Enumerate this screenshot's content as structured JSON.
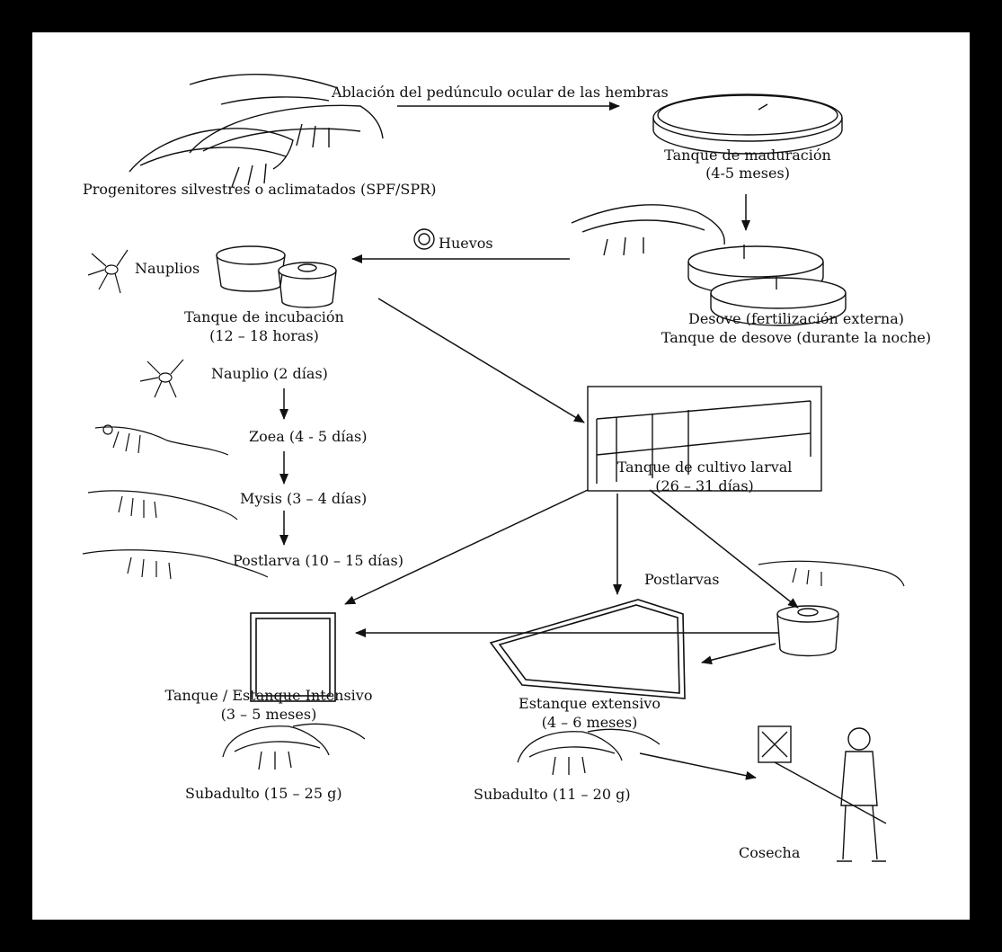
{
  "diagram": {
    "labels": {
      "ablation": "Ablación del pedúnculo ocular de las hembras",
      "broodstock": "Progenitores silvestres o aclimatados (SPF/SPR)",
      "maturation_tank": "Tanque de maduración",
      "maturation_time": "(4-5 meses)",
      "eggs": "Huevos",
      "nauplii": "Nauplios",
      "incubation_tank": "Tanque de incubación",
      "incubation_time": "(12 – 18 horas)",
      "spawning": "Desove (fertilización externa)",
      "spawning_tank": "Tanque de desove (durante la noche)",
      "nauplius": "Nauplio (2 días)",
      "zoea": "Zoea (4 - 5 días)",
      "mysis": "Mysis (3 – 4 días)",
      "postlarva": "Postlarva (10 – 15 días)",
      "larval_tank": "Tanque de cultivo larval",
      "larval_time": "(26 – 31 días)",
      "postlarvae": "Postlarvas",
      "intensive_pond": "Tanque / Estanque Intensivo",
      "intensive_time": "(3 – 5 meses)",
      "extensive_pond": "Estanque extensivo",
      "extensive_time": "(4 – 6 meses)",
      "subadult_intensive": "Subadulto (15 – 25 g)",
      "subadult_extensive": "Subadulto (11 – 20 g)",
      "harvest": "Cosecha"
    }
  }
}
